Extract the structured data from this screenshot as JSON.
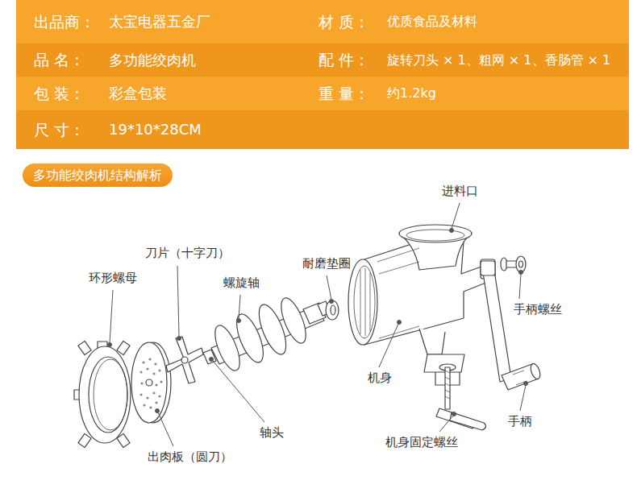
{
  "diagram": {
    "nodes": [
      {
        "text": [
          "出品商：",
          "太宝电器五金厂",
          "材 质：",
          "优质食品及材料"
        ]
      },
      {
        "text": [
          "品 名：",
          "多功能绞肉机",
          "配 件：",
          "旋转刀头 × 1、粗网 × 1、香肠管 × 1"
        ]
      },
      {
        "text": [
          "包 装：",
          "彩盒包装",
          "重 量：",
          "约1.2kg"
        ]
      },
      {
        "text": [
          "尺 寸：",
          "19*10*28CM"
        ]
      },
      {
        "text": [
          "多功能绞肉机结构解析"
        ]
      }
    ],
    "labels": [
      "进料口",
      "刀片（十字刀）",
      "耐磨垫圈",
      "环形螺母",
      "螺旋轴",
      "手柄螺丝",
      "机身",
      "轴头",
      "手柄",
      "机身固定螺丝",
      "出肉板（圆刀）"
    ]
  }
}
